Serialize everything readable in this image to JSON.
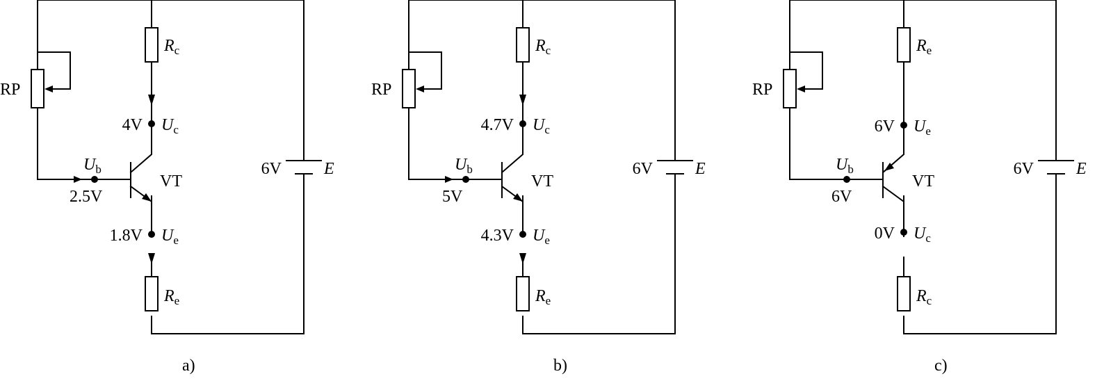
{
  "panels": [
    {
      "caption": "a)",
      "rp_label": "RP",
      "top_resistor": {
        "symbol": "R",
        "sub": "c"
      },
      "bottom_resistor": {
        "symbol": "R",
        "sub": "e"
      },
      "top_node": {
        "voltage": "4V",
        "symbol": "U",
        "sub": "c"
      },
      "base_node": {
        "voltage": "2.5V",
        "symbol": "U",
        "sub": "b"
      },
      "bottom_node": {
        "voltage": "1.8V",
        "symbol": "U",
        "sub": "e"
      },
      "transistor_label": "VT",
      "battery": {
        "voltage": "6V",
        "label": "E"
      }
    },
    {
      "caption": "b)",
      "rp_label": "RP",
      "top_resistor": {
        "symbol": "R",
        "sub": "c"
      },
      "bottom_resistor": {
        "symbol": "R",
        "sub": "e"
      },
      "top_node": {
        "voltage": "4.7V",
        "symbol": "U",
        "sub": "c"
      },
      "base_node": {
        "voltage": "5V",
        "symbol": "U",
        "sub": "b"
      },
      "bottom_node": {
        "voltage": "4.3V",
        "symbol": "U",
        "sub": "e"
      },
      "transistor_label": "VT",
      "battery": {
        "voltage": "6V",
        "label": "E"
      }
    },
    {
      "caption": "c)",
      "rp_label": "RP",
      "top_resistor": {
        "symbol": "R",
        "sub": "e"
      },
      "bottom_resistor": {
        "symbol": "R",
        "sub": "c"
      },
      "top_node": {
        "voltage": "6V",
        "symbol": "U",
        "sub": "e"
      },
      "base_node": {
        "voltage": "6V",
        "symbol": "U",
        "sub": "b"
      },
      "bottom_node": {
        "voltage": "0V",
        "symbol": "U",
        "sub": "c"
      },
      "transistor_label": "VT",
      "battery": {
        "voltage": "6V",
        "label": "E"
      }
    }
  ]
}
